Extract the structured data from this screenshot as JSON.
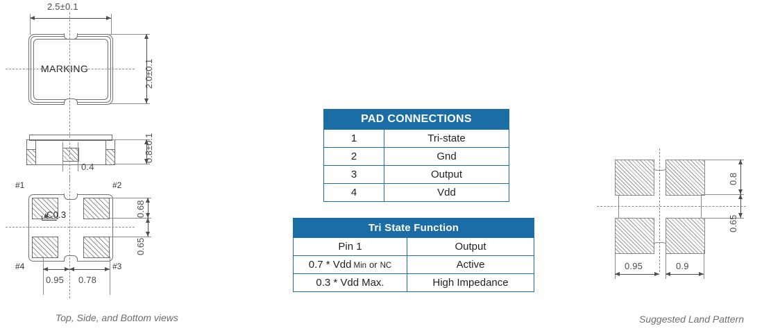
{
  "drawing": {
    "left_caption": "Top, Side, and  Bottom  views",
    "right_caption": "Suggested Land Pattern",
    "top_view": {
      "marking_label": "MARKING",
      "width_dim": "2.5±0.1",
      "height_dim": "2.0±0.1"
    },
    "side_view": {
      "height_dim": "0.8±0.1",
      "pad_width_dim": "0.4",
      "pin_left": "#1",
      "pin_right": "#2"
    },
    "bottom_view": {
      "chamfer_note": "C0.3",
      "pin_top_left": "#1",
      "pin_top_right": "#2",
      "pin_bottom_right": "#3",
      "pin_bottom_left": "#4",
      "dim_top_pad": "0.68",
      "dim_pad_gap": "0.65",
      "dim_left": "0.95",
      "dim_right": "0.78"
    },
    "land_pattern": {
      "dim_top_pad": "0.8",
      "dim_pad_gap": "0.65",
      "dim_left": "0.95",
      "dim_right": "0.9"
    }
  },
  "tables": {
    "pad_connections": {
      "title": "PAD CONNECTIONS",
      "rows": [
        {
          "pin": "1",
          "function": "Tri-state"
        },
        {
          "pin": "2",
          "function": "Gnd"
        },
        {
          "pin": "3",
          "function": "Output"
        },
        {
          "pin": "4",
          "function": "Vdd"
        }
      ]
    },
    "tri_state_function": {
      "title": "Tri State Function",
      "header": {
        "left": "Pin 1",
        "right": "Output"
      },
      "rows": [
        {
          "cond_main": "0.7 * Vdd",
          "cond_sub1": "Min",
          "cond_mid": "or",
          "cond_sub2": "NC",
          "state": "Active"
        },
        {
          "cond_main": "0.3 * Vdd",
          "cond_sub1": "Max.",
          "cond_mid": "",
          "cond_sub2": "",
          "state": "High Impedance"
        }
      ]
    }
  },
  "colors": {
    "table_blue": "#1b6da6",
    "line_gray": "#6f6f6f",
    "caption_gray": "#6d6e71"
  }
}
